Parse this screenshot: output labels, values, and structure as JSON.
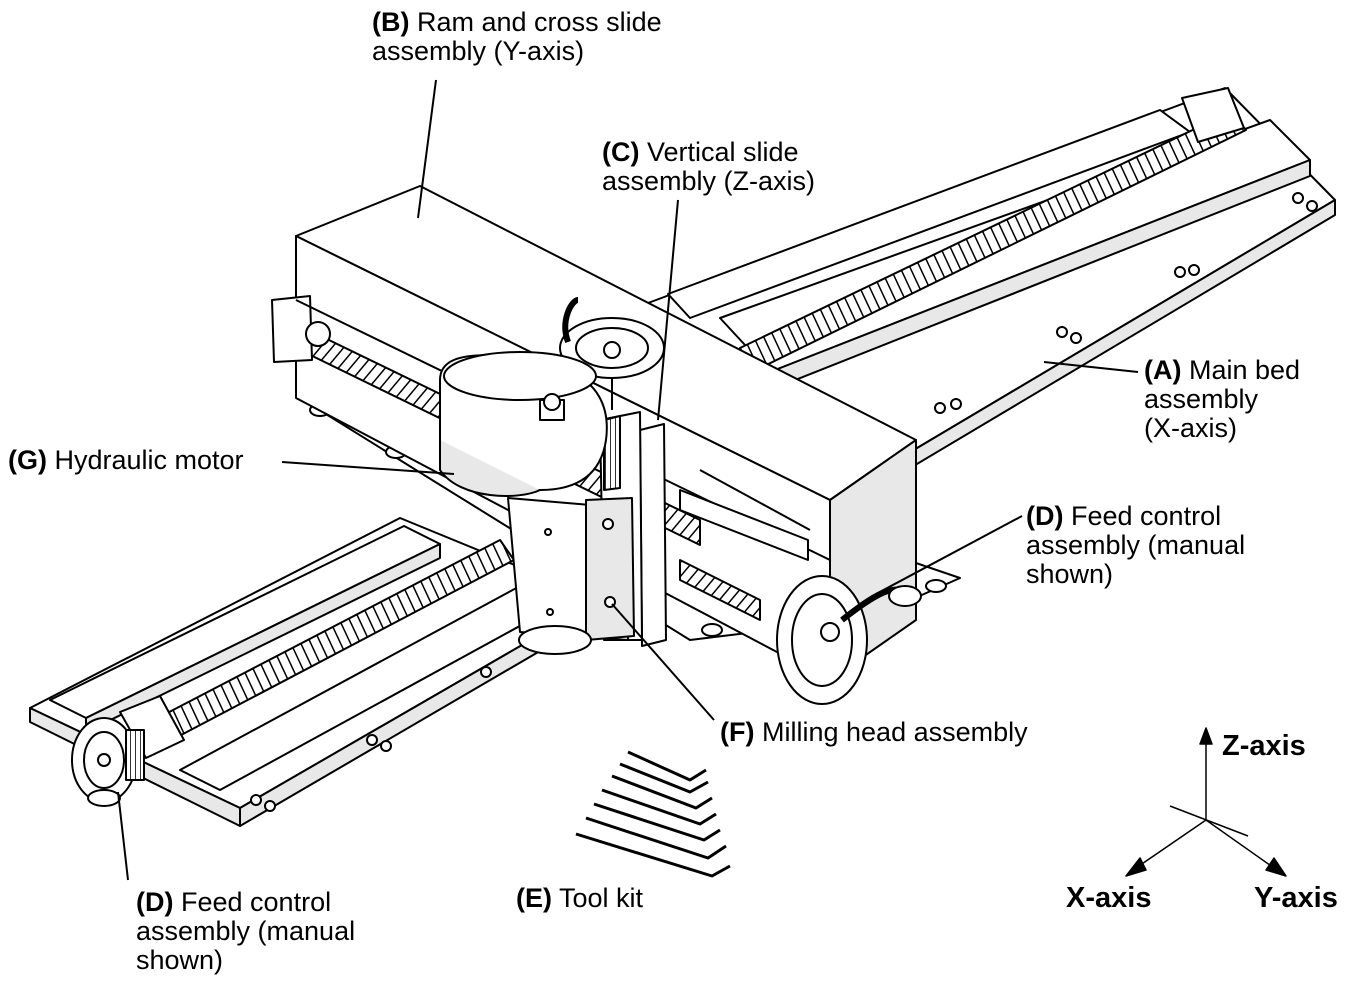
{
  "labels": {
    "a": {
      "code": "(A)",
      "lines": [
        "Main bed",
        "assembly",
        "(X-axis)"
      ]
    },
    "b": {
      "code": "(B)",
      "lines": [
        "Ram and cross slide",
        "assembly (Y-axis)"
      ]
    },
    "c": {
      "code": "(C)",
      "lines": [
        "Vertical slide",
        "assembly (Z-axis)"
      ]
    },
    "d_right": {
      "code": "(D)",
      "lines": [
        "Feed control",
        "assembly (manual",
        "shown)"
      ]
    },
    "d_left": {
      "code": "(D)",
      "lines": [
        "Feed control",
        "assembly (manual",
        "shown)"
      ]
    },
    "e": {
      "code": "(E)",
      "lines": [
        "Tool kit"
      ]
    },
    "f": {
      "code": "(F)",
      "lines": [
        "Milling head assembly"
      ]
    },
    "g": {
      "code": "(G)",
      "lines": [
        "Hydraulic motor"
      ]
    }
  },
  "axes": {
    "z": "Z-axis",
    "x": "X-axis",
    "y": "Y-axis"
  },
  "colors": {
    "ink": "#000000",
    "paper": "#ffffff",
    "shade": "#e8e8e8"
  }
}
